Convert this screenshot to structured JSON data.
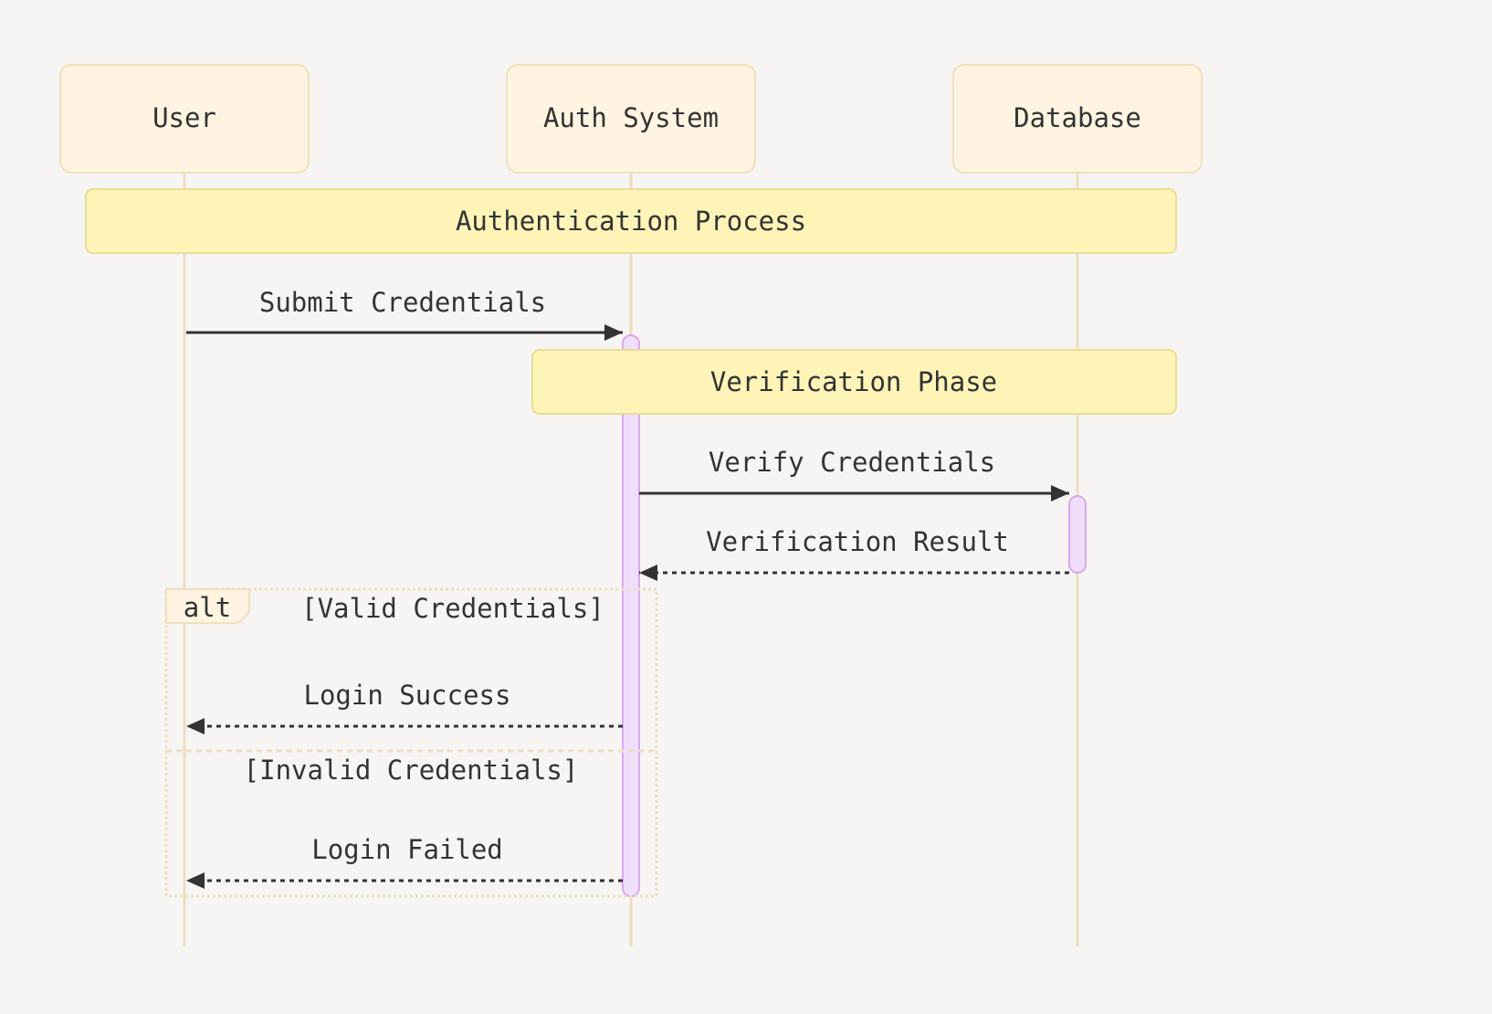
{
  "participants": [
    {
      "label": "User"
    },
    {
      "label": "Auth System"
    },
    {
      "label": "Database"
    }
  ],
  "notes": [
    {
      "text": "Authentication Process",
      "over": [
        "User",
        "Database"
      ]
    },
    {
      "text": "Verification Phase",
      "over": [
        "Auth System",
        "Database"
      ]
    }
  ],
  "messages": [
    {
      "text": "Submit Credentials",
      "from": "User",
      "to": "Auth System",
      "style": "solid"
    },
    {
      "text": "Verify Credentials",
      "from": "Auth System",
      "to": "Database",
      "style": "solid"
    },
    {
      "text": "Verification Result",
      "from": "Database",
      "to": "Auth System",
      "style": "dashed"
    },
    {
      "text": "Login Success",
      "from": "Auth System",
      "to": "User",
      "style": "dashed"
    },
    {
      "text": "Login Failed",
      "from": "Auth System",
      "to": "User",
      "style": "dashed"
    }
  ],
  "fragment": {
    "type": "alt",
    "conditions": [
      "[Valid Credentials]",
      "[Invalid Credentials]"
    ]
  },
  "colors": {
    "background": "#f6f5f3",
    "participant_fill": "#fff4e1",
    "participant_stroke": "#efe1bd",
    "lifeline": "#ecdfbe",
    "note_fill": "#fff4b8",
    "note_stroke": "#e9dd97",
    "activation_fill": "#f0defb",
    "activation_stroke": "#d8a9ef",
    "arrow": "#333333",
    "fragment_stroke": "#eedfc0"
  }
}
